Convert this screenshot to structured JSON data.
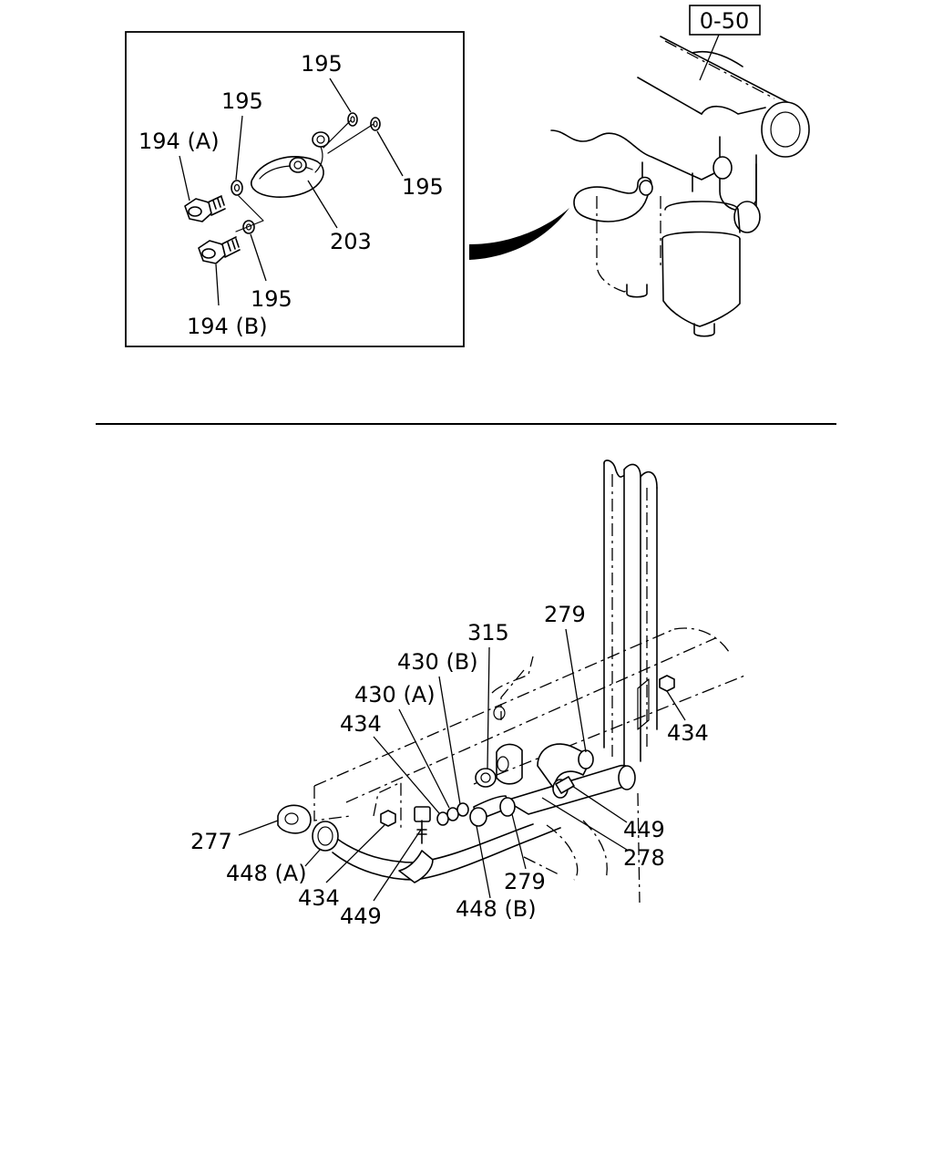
{
  "reference_box": "0-50",
  "inset_callouts": {
    "c195_top": "195",
    "c195_left": "195",
    "c194a": "194 (A)",
    "c195_right": "195",
    "c203": "203",
    "c195_bottom": "195",
    "c194b": "194 (B)"
  },
  "lower_callouts": {
    "c279_top": "279",
    "c315": "315",
    "c430b": "430 (B)",
    "c430a": "430 (A)",
    "c434_left": "434",
    "c434_right": "434",
    "c449_right": "449",
    "c278": "278",
    "c279_bottom": "279",
    "c277": "277",
    "c448a": "448 (A)",
    "c434_bottom": "434",
    "c449_bottom": "449",
    "c448b": "448 (B)"
  }
}
